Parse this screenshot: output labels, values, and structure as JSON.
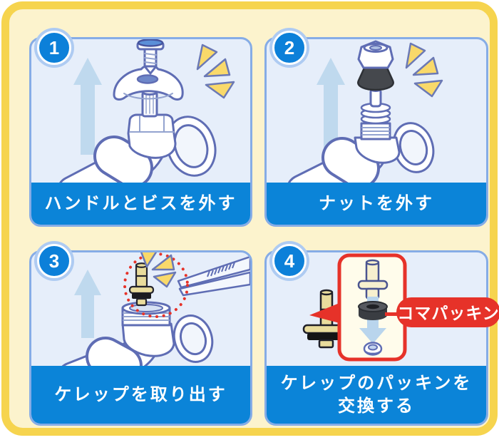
{
  "colors": {
    "frame_border": "#F6D44E",
    "frame_bg": "#FCF3CD",
    "panel_bg": "#E6EEFA",
    "panel_border": "#86ACE6",
    "caption_bg": "#0B84D8",
    "badge_bg": "#0C80D9",
    "badge_ring": "#AECBF2",
    "accent_red": "#E63229",
    "sparkle_yellow": "#F9D96A",
    "arrow_blue": "#BFD9EE",
    "outline_indigo": "#5F6DB4",
    "brass": "#E9DC9C",
    "packing_dark": "#43464B"
  },
  "icons": {
    "up-arrow-icon": "▲",
    "down-arrow-icon": "▼",
    "sparkle-icon": "✦",
    "dotted-focus-circle-icon": "◌",
    "tweezers-icon": "tweezers",
    "faucet-icon": "faucet"
  },
  "steps": [
    {
      "number": "1",
      "caption": "ハンドルとビスを外す"
    },
    {
      "number": "2",
      "caption": "ナットを外す"
    },
    {
      "number": "3",
      "caption": "ケレップを取り出す"
    },
    {
      "number": "4",
      "caption_lines": [
        "ケレップのパッキンを",
        "交換する"
      ],
      "callout_label": "コマパッキン"
    }
  ]
}
